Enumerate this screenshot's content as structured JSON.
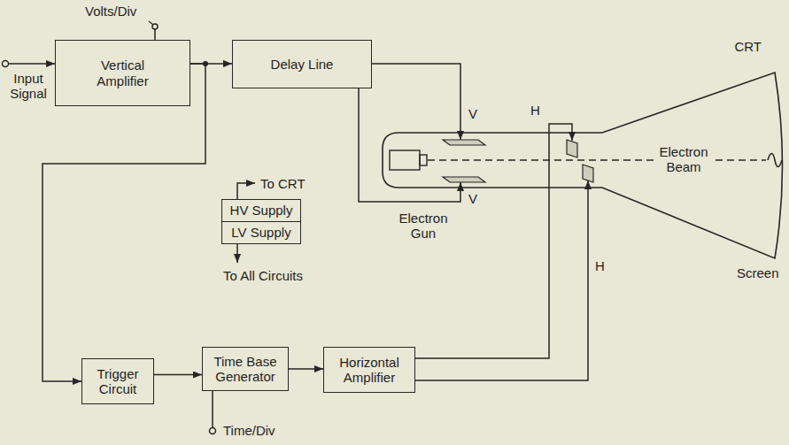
{
  "diagram": {
    "nodes": [
      {
        "text": [
          "Vertical Amplifier"
        ]
      },
      {
        "text": [
          "Delay Line"
        ]
      },
      {
        "text": [
          "CRT"
        ]
      },
      {
        "text": [
          "HV Supply"
        ]
      },
      {
        "text": [
          "LV Supply"
        ]
      },
      {
        "text": [
          "Trigger Circuit"
        ]
      },
      {
        "text": [
          "Time Base Generator"
        ]
      },
      {
        "text": [
          "Horizontal Amplifier"
        ]
      }
    ],
    "edges": [
      {
        "from": 0,
        "to": 1,
        "arrow": "to"
      },
      {
        "from": 0,
        "to": 5,
        "arrow": "to"
      },
      {
        "from": 1,
        "to": 2,
        "arrow": "to"
      },
      {
        "from": 1,
        "to": 2,
        "arrow": "to"
      },
      {
        "from": 5,
        "to": 6,
        "arrow": "to"
      },
      {
        "from": 6,
        "to": 7,
        "arrow": "to"
      },
      {
        "from": 7,
        "to": 2,
        "arrow": "to"
      },
      {
        "from": 7,
        "to": 2,
        "arrow": "to"
      }
    ],
    "labels": [
      "Volts/Div",
      "Input Signal",
      "To CRT",
      "To All Circuits",
      "V",
      "V",
      "H",
      "H",
      "Electron Gun",
      "Electron Beam",
      "Screen",
      "Time/Div"
    ]
  }
}
